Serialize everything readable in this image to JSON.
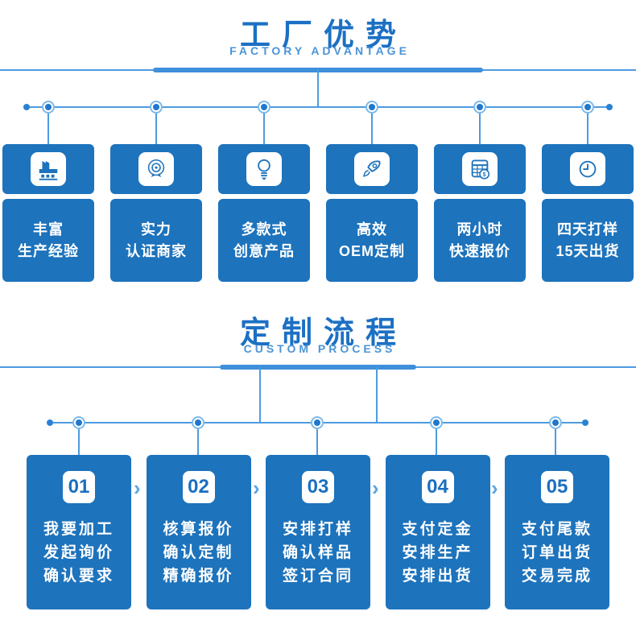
{
  "colors": {
    "card_blue": "#1d73bc",
    "title_blue": "#1c70c4",
    "subtitle_blue": "#4b94d6",
    "line_blue": "#4d9be0",
    "bar_blue": "#3f8fdb",
    "number_blue": "#1a6fc0",
    "background": "#ffffff"
  },
  "section1": {
    "title": "工厂优势",
    "subtitle": "FACTORY ADVANTAGE",
    "cards": [
      {
        "icon": "factory-icon",
        "line1": "丰富",
        "line2": "生产经验"
      },
      {
        "icon": "medal-icon",
        "line1": "实力",
        "line2": "认证商家"
      },
      {
        "icon": "bulb-icon",
        "line1": "多款式",
        "line2": "创意产品"
      },
      {
        "icon": "rocket-icon",
        "line1": "高效",
        "line2": "OEM定制"
      },
      {
        "icon": "calculator-icon",
        "line1": "两小时",
        "line2": "快速报价"
      },
      {
        "icon": "clock-icon",
        "line1": "四天打样",
        "line2": "15天出货"
      }
    ]
  },
  "section2": {
    "title": "定制流程",
    "subtitle": "CUSTOM PROCESS",
    "arrow": "›",
    "steps": [
      {
        "num": "01",
        "line1": "我要加工",
        "line2": "发起询价",
        "line3": "确认要求"
      },
      {
        "num": "02",
        "line1": "核算报价",
        "line2": "确认定制",
        "line3": "精确报价"
      },
      {
        "num": "03",
        "line1": "安排打样",
        "line2": "确认样品",
        "line3": "签订合同"
      },
      {
        "num": "04",
        "line1": "支付定金",
        "line2": "安排生产",
        "line3": "安排出货"
      },
      {
        "num": "05",
        "line1": "支付尾款",
        "line2": "订单出货",
        "line3": "交易完成"
      }
    ]
  }
}
